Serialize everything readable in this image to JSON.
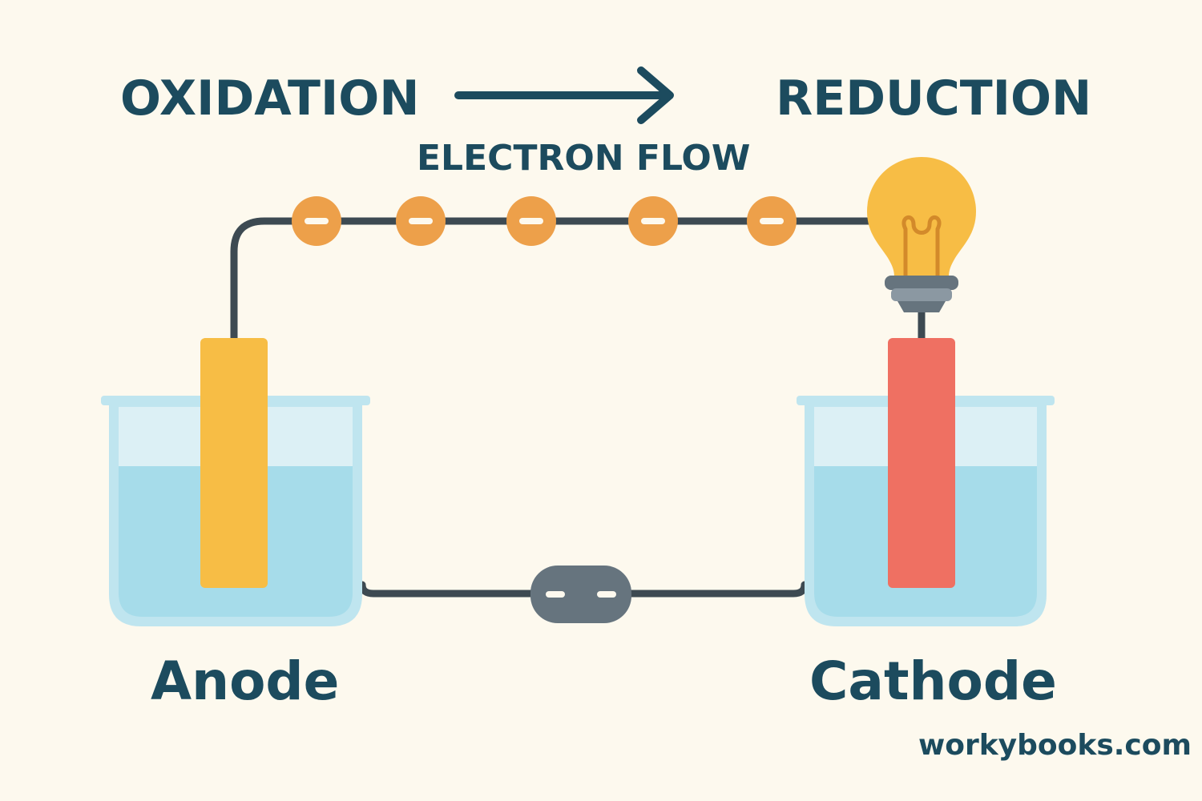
{
  "diagram": {
    "labels": {
      "oxidation": "OXIDATION",
      "reduction": "REDUCTION",
      "electron_flow": "ELECTRON FLOW",
      "anode": "Anode",
      "cathode": "Cathode"
    },
    "watermark": "workybooks.com",
    "electron_symbol": "−",
    "colors": {
      "background": "#fdf9ee",
      "text": "#1c4b5e",
      "wire": "#3d4a52",
      "electron": "#eda04a",
      "anode": "#f7bd45",
      "cathode": "#ef7062",
      "solution": "#a6dcea",
      "beaker_glass": "#bfe5ef",
      "bulb": "#f7bd45",
      "salt_bridge": "#66747e"
    }
  }
}
